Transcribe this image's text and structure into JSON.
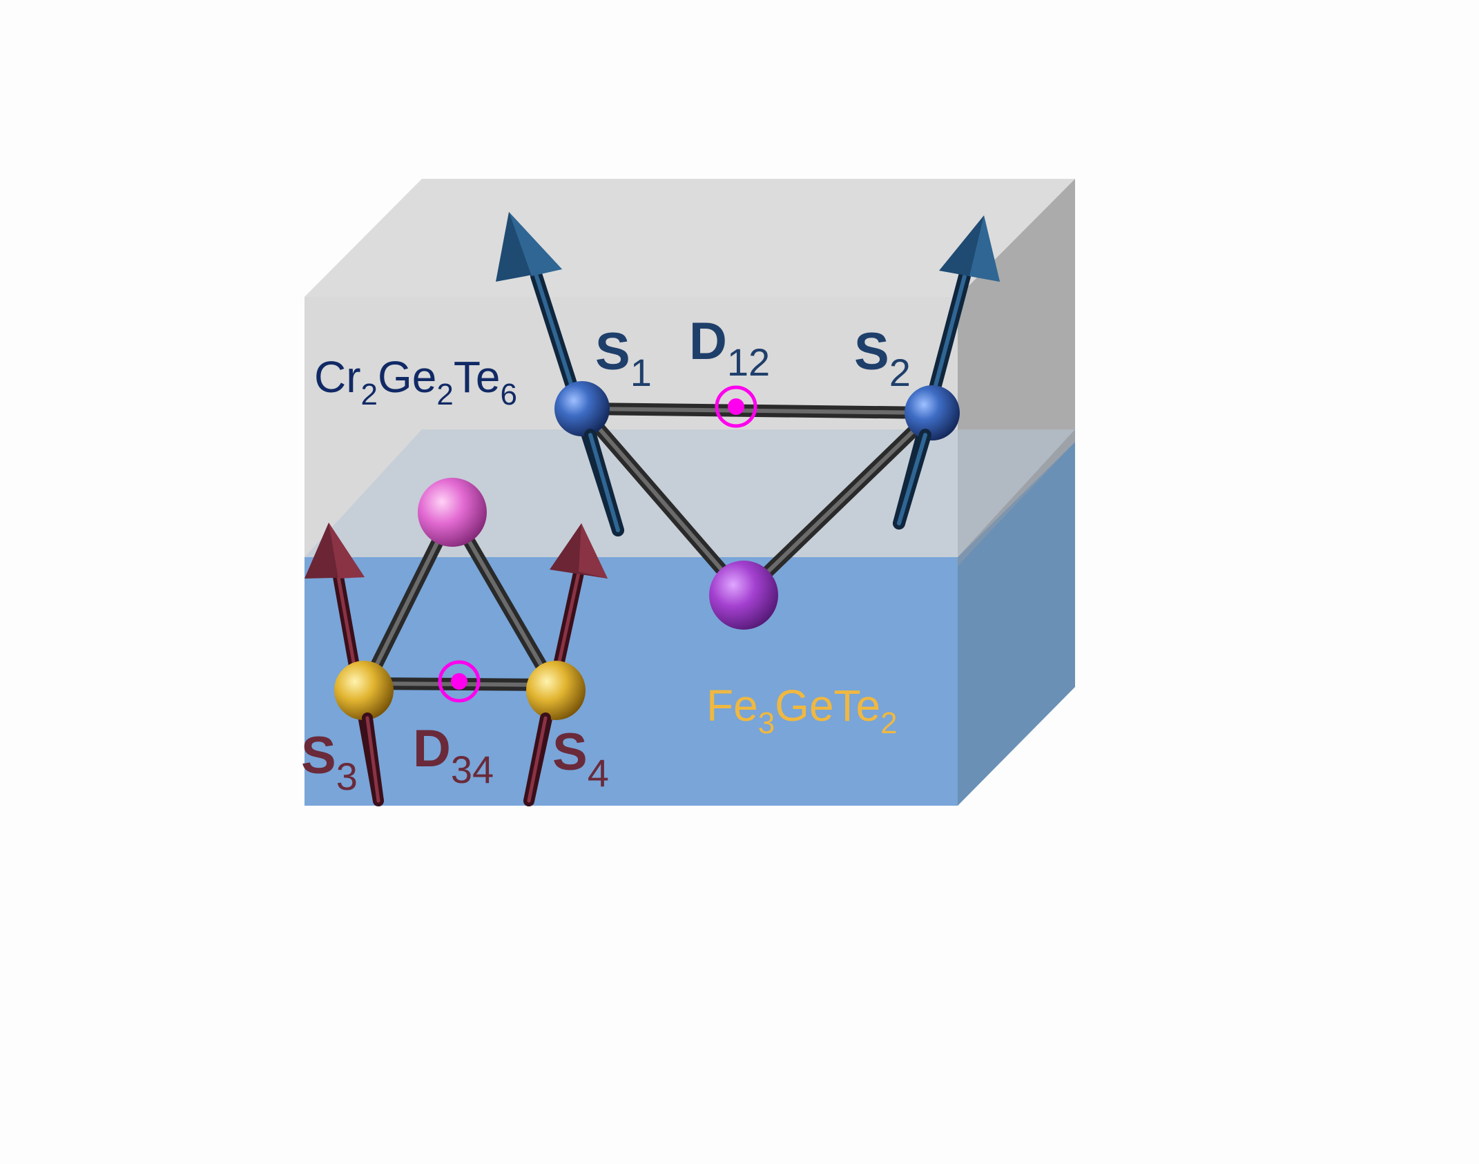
{
  "colors": {
    "top_layer_front": "#dadada",
    "top_layer_top": "#dcdcdc",
    "top_layer_side": "#ababab",
    "bottom_layer_front": "#79a5d8",
    "bottom_layer_side": "#6a90b5",
    "overlap_band": "#c6ced7",
    "cr_spin": "#1f4a72",
    "fe_spin": "#6b2535",
    "cr_atom": "#2d5aa8",
    "fe_atom": "#e0b030",
    "ligand_pink": "#e070d0",
    "ligand_purple": "#a040c8",
    "bond": "#3a3a3a",
    "dmi_marker": "#ff00ee",
    "cr_label": "#1f3f6b",
    "cr_material_label": "#112a66",
    "fe_label": "#6a2a3a",
    "fe_material_label": "#f0b840"
  },
  "labels": {
    "cr_material": {
      "base1": "Cr",
      "sub1": "2",
      "base2": "Ge",
      "sub2": "2",
      "base3": "Te",
      "sub3": "6"
    },
    "fe_material": {
      "base1": "Fe",
      "sub1": "3",
      "base2": "GeTe",
      "sub2": "2"
    },
    "s1": {
      "base": "S",
      "sub": "1"
    },
    "s2": {
      "base": "S",
      "sub": "2"
    },
    "s3": {
      "base": "S",
      "sub": "3"
    },
    "s4": {
      "base": "S",
      "sub": "4"
    },
    "d12": {
      "base": "D",
      "sub": "12"
    },
    "d34": {
      "base": "D",
      "sub": "34"
    }
  }
}
